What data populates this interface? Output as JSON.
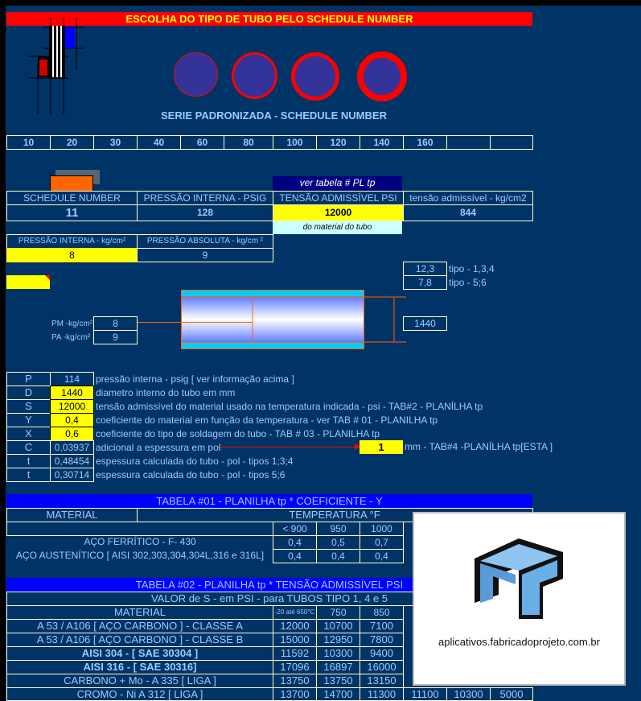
{
  "title": "ESCOLHA  DO TIPO DE TUBO PELO  SCHEDULE NUMBER",
  "serie_label": "SERIE PADRONIZADA - SCHEDULE NUMBER",
  "schedules": [
    "10",
    "20",
    "30",
    "40",
    "60",
    "80",
    "100",
    "120",
    "140",
    "160",
    "",
    ""
  ],
  "ver_tabela": "ver tabela # PL tp",
  "main": {
    "h_schedule": "SCHEDULE NUMBER",
    "h_pressao": "PRESSÃO INTERNA - PSIG",
    "h_tensao": "TENSÃO ADMISSÍVEL PSI",
    "h_tensao_kg": "tensão admissível - kg/cm2",
    "v_schedule": "11",
    "v_pressao": "128",
    "v_tensao": "12000",
    "v_tensao_kg": "844",
    "do_material": "do material do tubo",
    "h_pi_kg": "PRESSÃO  INTERNA - kg/cm²",
    "h_pa_kg": "PRESSÃO ABSOLUTA - kg/cm ²",
    "v_pi_kg": "8",
    "v_pa_kg": "9"
  },
  "diagram": {
    "t1": "12,3",
    "t1_label": "tipo - 1,3,4",
    "t2": "7,8",
    "t2_label": "tipo - 5;6",
    "pm_label": "PM -kg/cm²",
    "pm": "8",
    "pa_label": "PA -kg/cm²",
    "pa": "9",
    "diam": "1440"
  },
  "params": [
    {
      "k": "P",
      "v": "114",
      "d": "pressão interna - psig [ ver informação acima ]"
    },
    {
      "k": "D",
      "v": "1440",
      "d": "diametro interno do tubo em mm"
    },
    {
      "k": "S",
      "v": "12000",
      "d": "tensão admissível do material usado na temperatura indicada - psi - TAB#2 - PLANÍLHA tp"
    },
    {
      "k": "Y",
      "v": "0,4",
      "d": "coeficiente  do material  em função  da temperatura  - ver TAB # 01 - PLANILHA tp"
    },
    {
      "k": "X",
      "v": "0,6",
      "d": "coeficiente  do tipo de soldagem do tubo - TAB #  03 - PLANILHA tp"
    },
    {
      "k": "C",
      "v": "0,03937",
      "d": "adicional a espessura em pol"
    },
    {
      "k": "t",
      "v": "0,48454",
      "d": "espessura calculada do tubo -  pol - tipos 1;3;4"
    },
    {
      "k": "t",
      "v": "0,30714",
      "d": "espessura calculada do tubo -  pol - tipos 5;6"
    }
  ],
  "c_mm": "1",
  "c_mm_label": "mm - TAB#4 -PLANÍLHA tp[ESTA ]",
  "tab1": {
    "title": "TABELA #01 - PLANILHA tp  *   COEFICIENTE  - Y",
    "material": "MATERIAL",
    "temperatura": "TEMPERATURA  °F",
    "temps": [
      "< 900",
      "950",
      "1000"
    ],
    "rows": [
      {
        "m": "AÇO FERRÍTICO -  F- 430",
        "v": [
          "0,4",
          "0,5",
          "0,7"
        ]
      },
      {
        "m": "AÇO AUSTENÍTICO [ AISI 302,303,304,304L,316 e 316L]",
        "v": [
          "0,4",
          "0,4",
          "0,4"
        ]
      }
    ]
  },
  "tab2": {
    "title": "TABELA #02 - PLANILHA tp  *   TENSÃO  ADMISSÍVEL  PSI",
    "subtitle": "VALOR de  S -   em PSI - para TUBOS TIPO 1, 4 e 5",
    "material": "MATERIAL",
    "temps": [
      "-20 até 650°C",
      "750",
      "850"
    ],
    "rows": [
      {
        "m": "A 53    /  A106     [ AÇO CARBONO ] - CLASSE A",
        "v": [
          "12000",
          "10700",
          "7100"
        ]
      },
      {
        "m": "A 53    /  A106   [ AÇO CARBONO ] - CLASSE B",
        "v": [
          "15000",
          "12950",
          "7800"
        ]
      },
      {
        "m": "AISI 304 - [ SAE 30304 ]",
        "v": [
          "11592",
          "10300",
          "9400"
        ]
      },
      {
        "m": "AISI 316 - [ SAE 30316]",
        "v": [
          "17096",
          "16897",
          "16000"
        ]
      },
      {
        "m": "CARBONO + Mo - A 335  [ LIGA ]",
        "v": [
          "13750",
          "13750",
          "13150"
        ]
      },
      {
        "m": "CROMO - Ni A 312  [ LIGA ]",
        "v": [
          "13700",
          "14700",
          "11300",
          "11100",
          "10300",
          "5000"
        ]
      }
    ]
  },
  "logo": {
    "url": "aplicativos.fabricadoprojeto.com.br"
  }
}
